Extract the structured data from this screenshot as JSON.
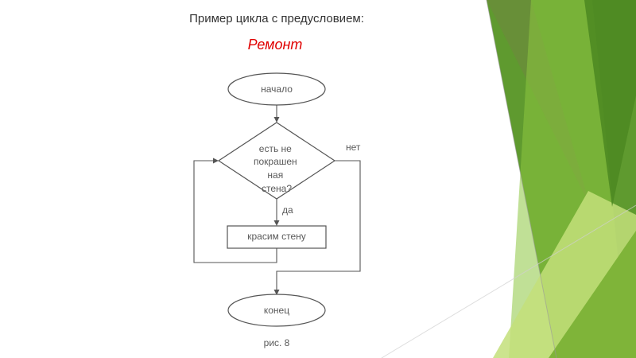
{
  "slide": {
    "title": "Пример цикла с предусловием:",
    "subtitle": "Ремонт",
    "caption": "рис. 8"
  },
  "flowchart": {
    "start": "начало",
    "condition_lines": [
      "есть не",
      "покрашен",
      "ная",
      "стена?"
    ],
    "yes_label": "да",
    "no_label": "нет",
    "process": "красим стену",
    "end": "конец"
  },
  "colors": {
    "accent_red": "#e00000",
    "green_light": "#c3df7a",
    "green_mid": "#8dc63f",
    "green_dark": "#5f9a2f",
    "green_deep": "#4e8a22"
  }
}
